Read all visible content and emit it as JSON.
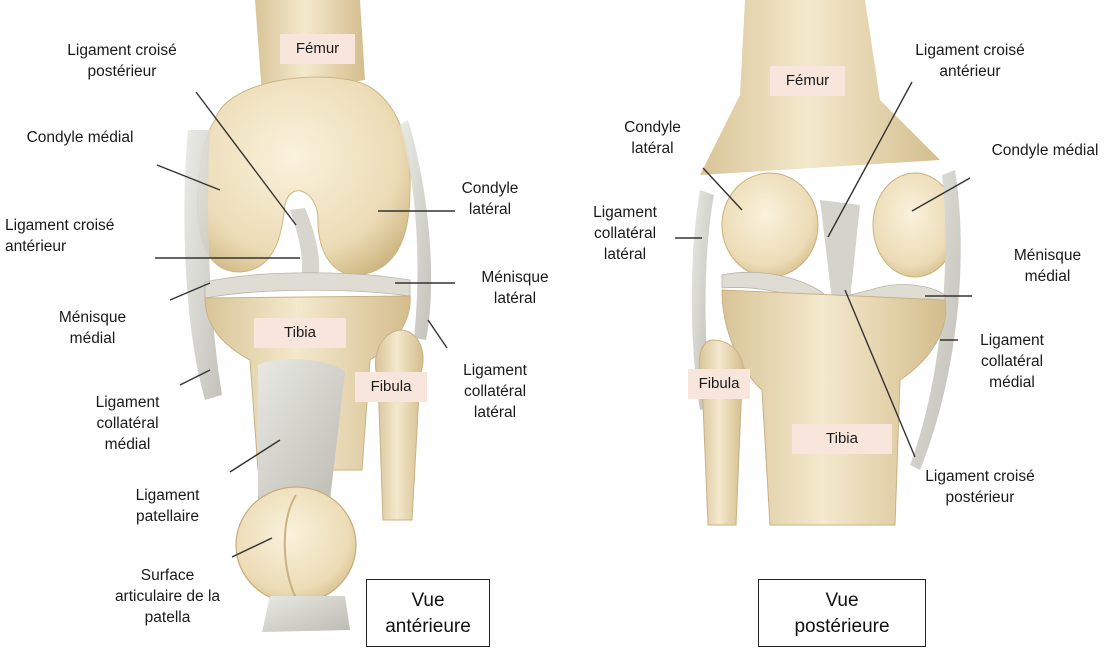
{
  "anterior": {
    "bone_labels": {
      "femur": "Fémur",
      "tibia": "Tibia",
      "fibula": "Fibula"
    },
    "labels": {
      "lcp": "Ligament croisé\npostérieur",
      "condyle_medial": "Condyle médial",
      "condyle_lateral": "Condyle\nlatéral",
      "lca": "Ligament croisé\nantérieur",
      "menisque_lateral": "Ménisque\nlatéral",
      "menisque_medial": "Ménisque\nmédial",
      "lcl": "Ligament\ncollatéral\nlatéral",
      "lcm": "Ligament\ncollatéral\nmédial",
      "lig_patellaire": "Ligament\npatellaire",
      "surface_patella": "Surface\narticulaire de la\npatella"
    },
    "view_title": "Vue\nantérieure"
  },
  "posterior": {
    "bone_labels": {
      "femur": "Fémur",
      "fibula": "Fibula",
      "tibia": "Tibia"
    },
    "labels": {
      "lca": "Ligament croisé\nantérieur",
      "condyle_lateral": "Condyle\nlatéral",
      "condyle_medial": "Condyle médial",
      "lcl": "Ligament\ncollatéral\nlatéral",
      "menisque_medial": "Ménisque\nmédial",
      "lcm": "Ligament\ncollatéral\nmédial",
      "lcp": "Ligament croisé\npostérieur"
    },
    "view_title": "Vue\npostérieure"
  },
  "colors": {
    "bone": "#efe2c2",
    "bone_shade": "#d9c69c",
    "cartilage": "#f4ead2",
    "ligament": "#dcdcd6",
    "label_box": "#f8e6dc",
    "leader_line": "#333333"
  }
}
